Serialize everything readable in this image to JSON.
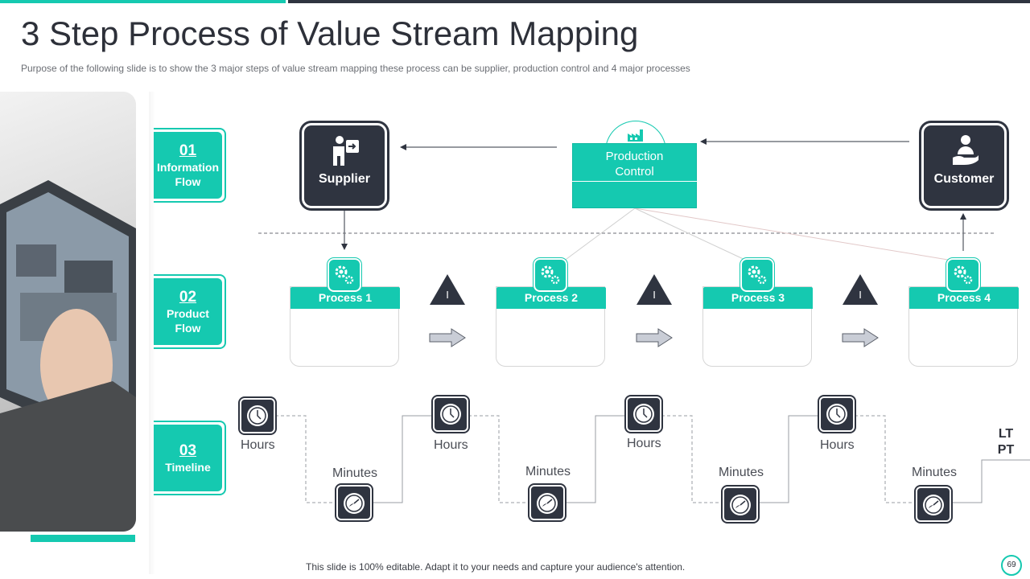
{
  "title": "3 Step Process of Value Stream Mapping",
  "subtitle": "Purpose of the following slide is to show the 3 major steps of value stream mapping these process can be supplier, production control and 4 major processes",
  "steps": [
    {
      "num": "01",
      "label_line1": "Information",
      "label_line2": "Flow"
    },
    {
      "num": "02",
      "label_line1": "Product",
      "label_line2": "Flow"
    },
    {
      "num": "03",
      "label_line1": "Timeline",
      "label_line2": ""
    }
  ],
  "supplier": {
    "label": "Supplier",
    "icon": "presenter-icon"
  },
  "production_control": {
    "line1": "Production",
    "line2": "Control",
    "icon": "factory-icon"
  },
  "customer": {
    "label": "Customer",
    "icon": "hand-user-icon"
  },
  "processes": [
    {
      "label": "Process 1",
      "icon": "gears-icon"
    },
    {
      "label": "Process 2",
      "icon": "gears-icon"
    },
    {
      "label": "Process 3",
      "icon": "gears-icon"
    },
    {
      "label": "Process 4",
      "icon": "gears-icon"
    }
  ],
  "inventory_marker": "I",
  "timeline": {
    "hours_label": "Hours",
    "minutes_label": "Minutes",
    "lt": "LT",
    "pt": "PT"
  },
  "footer": "This slide is 100% editable. Adapt it to your needs and capture your audience's attention.",
  "page_number": "69",
  "colors": {
    "accent": "#15c9b0",
    "dark": "#2f3440",
    "text": "#2d3039"
  }
}
